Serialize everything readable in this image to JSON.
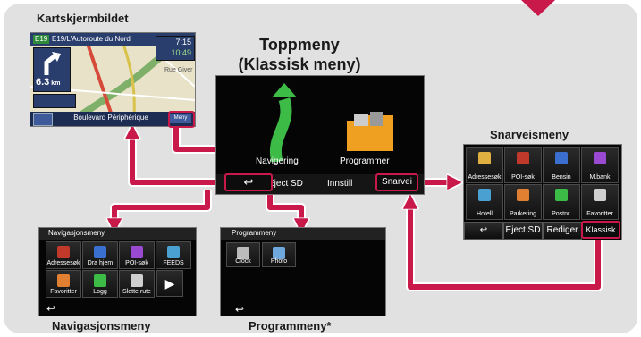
{
  "captions": {
    "kart": "Kartskjermbildet",
    "top_line1": "Toppmeny",
    "top_line2": "(Klassisk meny)",
    "snarvei": "Snarveismeny",
    "nav": "Navigasjonsmeny",
    "prog": "Programmeny*"
  },
  "map": {
    "road_badge": "E19",
    "road_name": "E19/L'Autoroute du Nord",
    "time": "7:15",
    "eta": "10:49",
    "distance": "6.3",
    "distance_unit": "km",
    "street": "Boulevard Périphérique",
    "menu_button": "Meny",
    "place_label": "Rue Giver"
  },
  "top_menu": {
    "navigation": "Navigering",
    "programs": "Programmer",
    "eject": "Eject SD",
    "settings": "Innstill",
    "shortcut": "Snarvei",
    "back_symbol": "↩"
  },
  "shortcut_menu": {
    "items": [
      "Adressesøk",
      "POI-søk",
      "Bensin",
      "M.bank",
      "Hotell",
      "Parkering",
      "Postnr.",
      "Favoritter"
    ],
    "back_symbol": "↩",
    "eject": "Eject SD",
    "edit": "Rediger",
    "classic": "Klassisk"
  },
  "nav_menu": {
    "title": "Navigasjonsmeny",
    "items": [
      "Adressesøk",
      "Dra hjem",
      "POI-søk",
      "FEEDS",
      "Favoritter",
      "Logg",
      "Slette rute"
    ],
    "next_symbol": "▶",
    "back_symbol": "↩"
  },
  "prog_menu": {
    "title": "Programmeny",
    "items": [
      "Clock",
      "Photo"
    ],
    "back_symbol": "↩"
  },
  "colors": {
    "arrow": "#c8194a",
    "panel": "#e1e1e1"
  }
}
